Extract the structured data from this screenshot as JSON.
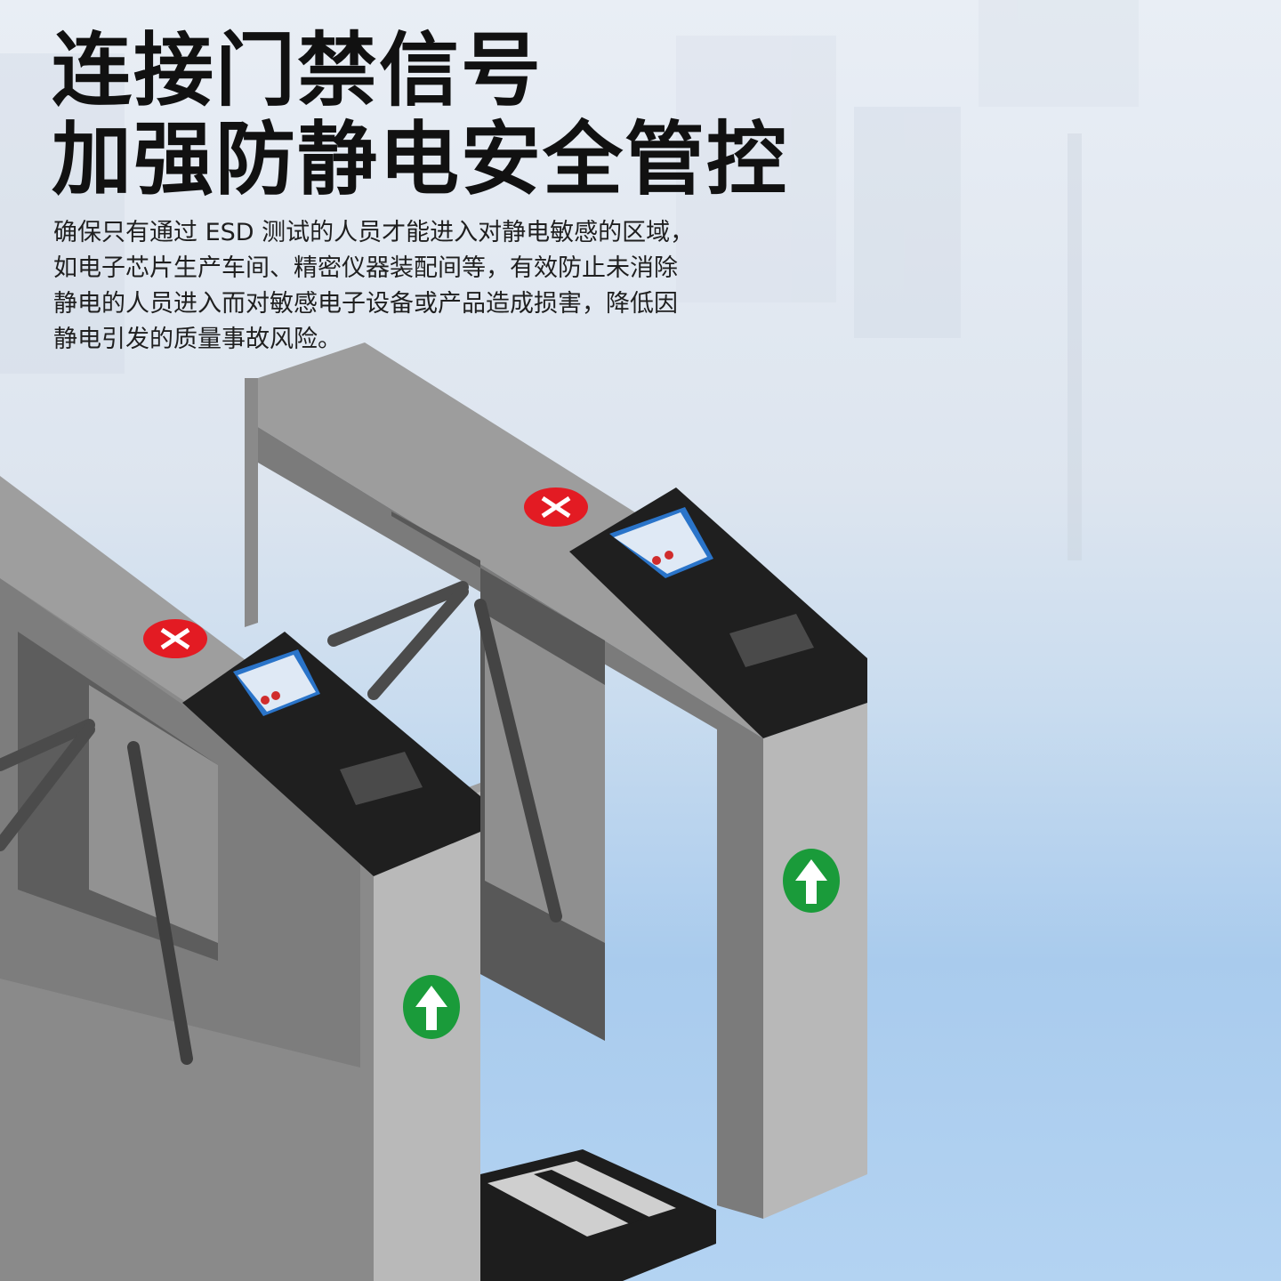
{
  "headline": {
    "line1": "连接门禁信号",
    "line2": "加强防静电安全管控"
  },
  "body": {
    "line1": "确保只有通过 ESD 测试的人员才能进入对静电敏感的区域，",
    "line2": "如电子芯片生产车间、精密仪器装配间等，有效防止未消除",
    "line3": "静电的人员进入而对敏感电子设备或产品造成损害，降低因",
    "line4": "静电引发的质量事故风险。"
  },
  "colors": {
    "background_top": "#e9eef5",
    "floor_blue": "#a9cbed",
    "gate_grey": "#a8a8a8",
    "gate_dark": "#5c5c5c",
    "panel_black": "#1e1e1e",
    "stop_red": "#e31b23",
    "go_green": "#1a9b3a"
  },
  "icons": {
    "stop_sign": "red-x-icon",
    "go_sign": "green-up-arrow-icon",
    "card_reader": "hand-card-icon"
  }
}
